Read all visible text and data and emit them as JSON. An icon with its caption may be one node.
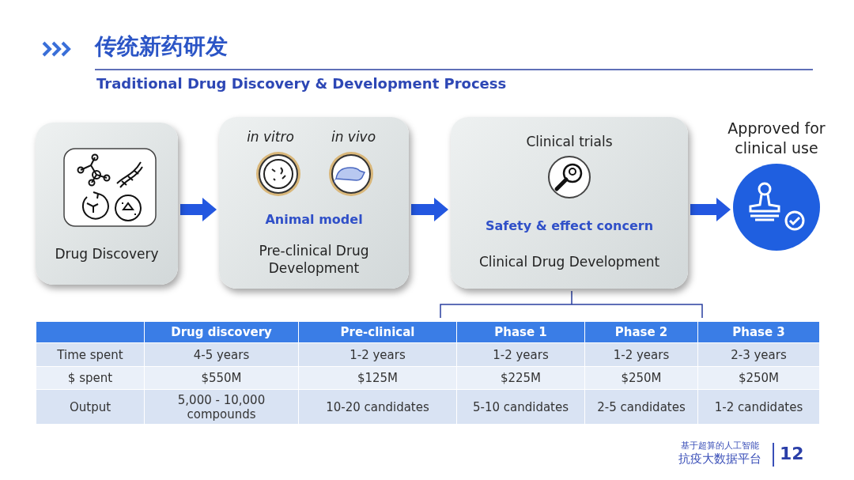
{
  "diagram": {
    "title": "传统新药研发",
    "nodes": [
      {
        "text": [
          "Drug Discovery"
        ]
      },
      {
        "text": [
          "in vitro",
          "in vivo",
          "Animal model",
          "Pre-clinical Drug Development"
        ]
      },
      {
        "text": [
          "Clinical trials",
          "Safety & effect concern",
          "Clinical Drug Development"
        ]
      },
      {
        "text": [
          "Approved for clinical use"
        ]
      }
    ],
    "edges": [
      {
        "from": 0,
        "to": 1,
        "arrow": "to"
      },
      {
        "from": 1,
        "to": 2,
        "arrow": "to"
      },
      {
        "from": 2,
        "to": 3,
        "arrow": "to"
      }
    ],
    "labels": [
      "Traditional Drug Discovery & Development Process",
      "Drug discovery",
      "Pre-clinical",
      "Phase 1",
      "Phase 2",
      "Phase 3",
      "Time spent",
      "4-5 years",
      "1-2 years",
      "1-2 years",
      "1-2 years",
      "2-3 years",
      "$ spent",
      "$550M",
      "$125M",
      "$225M",
      "$250M",
      "$250M",
      "Output",
      "5,000 - 10,000 compounds",
      "10-20 candidates",
      "5-10 candidates",
      "2-5 candidates",
      "1-2 candidates",
      "基于超算的人工智能",
      "抗疫大数据平台",
      "12"
    ]
  }
}
